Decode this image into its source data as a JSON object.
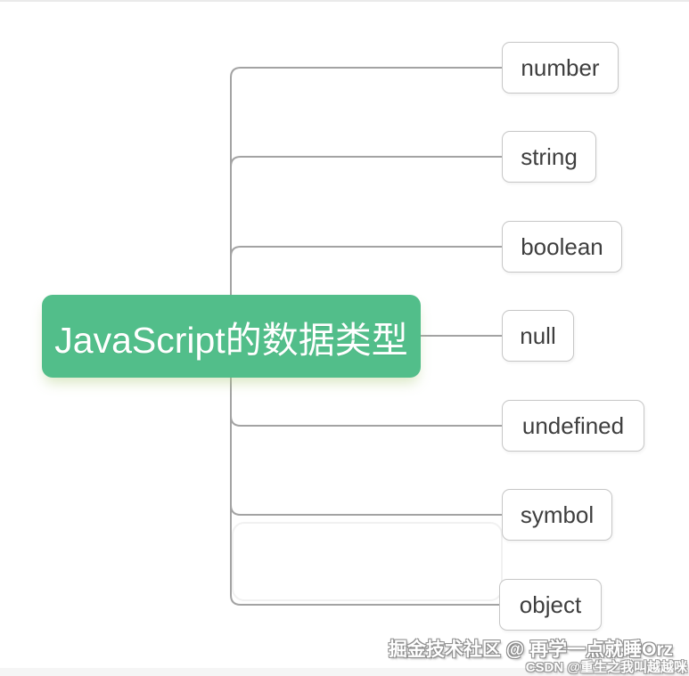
{
  "diagram": {
    "root": {
      "label": "JavaScript的数据类型"
    },
    "nodes": [
      {
        "label": "number"
      },
      {
        "label": "string"
      },
      {
        "label": "boolean"
      },
      {
        "label": "null"
      },
      {
        "label": "undefined"
      },
      {
        "label": "symbol"
      },
      {
        "label": "object"
      }
    ]
  },
  "watermark": {
    "line1": "掘金技术社区 @ 再学一点就睡Orz",
    "line2": "CSDN @重生之我叫越越咪"
  },
  "colors": {
    "root_background": "#52be8a",
    "root_text": "#ffffff",
    "node_border": "#c6c6c6",
    "node_text": "#3e3e3e",
    "connector": "#a3a3a3",
    "canvas_background": "#ffffff"
  }
}
